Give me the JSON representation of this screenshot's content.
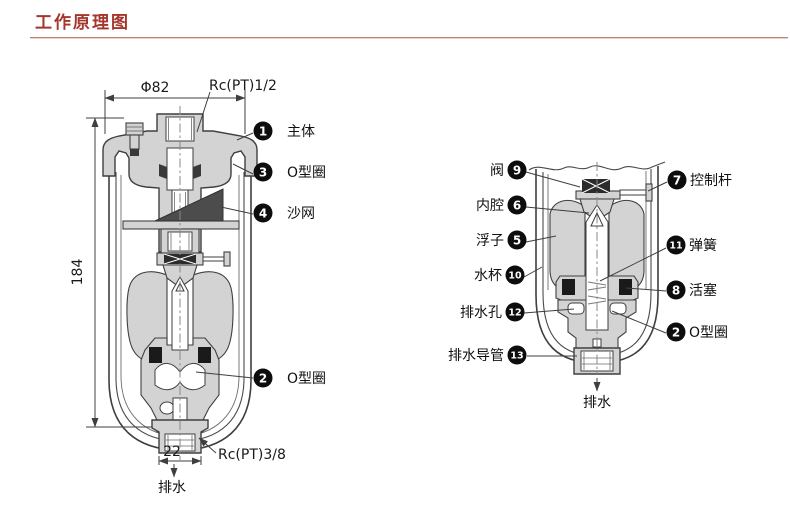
{
  "page": {
    "title": "工作原理图"
  },
  "colors": {
    "title": "#a5362c",
    "divider": "#bd8276",
    "outline": "#3f3f3f",
    "fill_light": "#d3d3d3",
    "fill_dark": "#3a3a3a",
    "callout_bg": "#0d0d0d",
    "callout_fg": "#ffffff"
  },
  "left_diagram": {
    "dims": {
      "width": "Φ82",
      "height": "184",
      "drain_width": "22"
    },
    "ports": {
      "top": "Rc(PT)1/2",
      "bottom": "Rc(PT)3/8"
    },
    "drain": "排水",
    "callouts": [
      {
        "num": "1",
        "label": "主体"
      },
      {
        "num": "3",
        "label": "O型圈"
      },
      {
        "num": "4",
        "label": "沙网"
      },
      {
        "num": "2",
        "label": "O型圈"
      }
    ]
  },
  "right_diagram": {
    "drain": "排水",
    "callouts_left": [
      {
        "num": "9",
        "label": "阀"
      },
      {
        "num": "6",
        "label": "内腔"
      },
      {
        "num": "5",
        "label": "浮子"
      },
      {
        "num": "10",
        "label": "水杯"
      },
      {
        "num": "12",
        "label": "排水孔"
      },
      {
        "num": "13",
        "label": "排水导管"
      }
    ],
    "callouts_right": [
      {
        "num": "7",
        "label": "控制杆"
      },
      {
        "num": "11",
        "label": "弹簧"
      },
      {
        "num": "8",
        "label": "活塞"
      },
      {
        "num": "2",
        "label": "O型圈"
      }
    ]
  }
}
